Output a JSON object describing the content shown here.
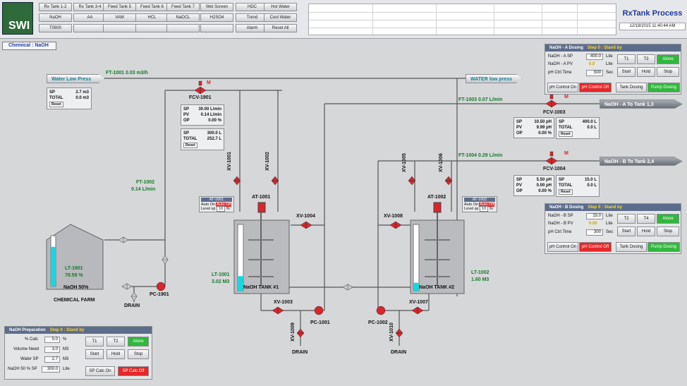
{
  "header": {
    "logo": "SWI",
    "title": "RxTank Process",
    "datetime": "12/18/2015 11:40:44 AM",
    "nav": [
      "Rx Tank 1-2",
      "Rx Tank 3-4",
      "Feed Tank 5",
      "Feed Tank 6",
      "Feed Tank 7",
      "Wet Screen",
      "HDC",
      "Hot Water",
      "NaOH",
      "AA",
      "VAM",
      "HCL",
      "NaOCL",
      "H2SO4",
      "Trend",
      "Cool Water",
      "T0900",
      "",
      "",
      "",
      "",
      "",
      "Alarm",
      "Reset All"
    ]
  },
  "chemical_label": "Chemical : NaOH",
  "pipes": {
    "water_low_left": "Water Low Press",
    "water_low_right": "WATER low press",
    "naoh_a": "NaOH - A To Tank 1,3",
    "naoh_b": "NaOH - B To Tank 2,4"
  },
  "flows": {
    "ft1001": "FT-1001  0.03  m3/h",
    "ft1002_tag": "FT-1002",
    "ft1002_val": "0.14  L/min",
    "ft1003": "FT-1003     0.07  L/min",
    "ft1004": "FT-1004     0.29  L/min"
  },
  "water_box": {
    "sp_l": "SP",
    "sp": "2.7",
    "sp_u": "m3",
    "tot_l": "TOTAL",
    "tot": "0.0",
    "tot_u": "m3",
    "reset": "Reset"
  },
  "fcv1901": {
    "tag": "FCV-1901",
    "m": "M",
    "sp_l": "SP",
    "sp": "30.00",
    "sp_u": "L/min",
    "pv_l": "PV",
    "pv": "0.14",
    "pv_u": "L/min",
    "op_l": "OP",
    "op": "0.00",
    "op_u": "%",
    "sp2_l": "SP",
    "sp2": "300.0",
    "sp2_u": "L",
    "tot_l": "TOTAL",
    "tot": "252.7",
    "tot_u": "L",
    "reset": "Reset"
  },
  "fcv1003": {
    "tag": "FCV-1003",
    "m": "M",
    "sp_l": "SP",
    "sp": "10.50",
    "sp_u": "pH",
    "pv_l": "PV",
    "pv": "9.99",
    "pv_u": "pH",
    "op_l": "OP",
    "op": "0.00",
    "op_u": "%",
    "sp2_l": "SP",
    "sp2": "400.0",
    "sp2_u": "L",
    "tot_l": "TOTAL",
    "tot": "0.0",
    "tot_u": "L",
    "reset": "Reset"
  },
  "fcv1004": {
    "tag": "FCV-1004",
    "m": "M",
    "sp_l": "SP",
    "sp": "5.50",
    "sp_u": "pH",
    "pv_l": "PV",
    "pv": "0.00",
    "pv_u": "pH",
    "op_l": "OP",
    "op": "0.00",
    "op_u": "%",
    "sp2_l": "SP",
    "sp2": "15.0",
    "sp2_u": "L",
    "tot_l": "TOTAL",
    "tot": "0.0",
    "tot_u": "L",
    "reset": "Reset"
  },
  "dosing_a": {
    "title": "NaOH - A Dosing",
    "status": "Step 0 : Stand by",
    "r1": "NaOH - A SP",
    "r1v": "400.0",
    "r1u": "Lite",
    "r2": "NaOH - A PV",
    "r2v": "0.0",
    "r2u": "Lite",
    "r3": "pH Ctrl.Time",
    "r3v": "500",
    "r3u": "Sec",
    "b1": "T1",
    "b2": "T3",
    "b3": "Alone",
    "b4": "Start",
    "b5": "Hold",
    "b6": "Stop",
    "c1": "pH Control On",
    "c2": "pH Control Off",
    "c3": "Tank Dosing",
    "c4": "Pump Dosing"
  },
  "dosing_b": {
    "title": "NaOH - B Dosing",
    "status": "Step 0 : Stand by",
    "r1": "NaOH - B SP",
    "r1v": "15.0",
    "r1u": "Lite",
    "r2": "NaOH - B PV",
    "r2v": "0.00",
    "r2u": "Lite",
    "r3": "pH Ctrl.Time",
    "r3v": "300",
    "r3u": "Sec",
    "b1": "T2",
    "b2": "T4",
    "b3": "Alone",
    "b4": "Start",
    "b5": "Hold",
    "b6": "Stop",
    "c1": "pH Control On",
    "c2": "pH Control Off",
    "c3": "Tank Dosing",
    "c4": "Pump Dosing"
  },
  "prep": {
    "title": "NaOH Preparation",
    "status": "Step 0 : Stand by",
    "r1": "% Calc",
    "r1v": "5.0",
    "r1u": "%",
    "r2": "Volume Need",
    "r2v": "3.0",
    "r2u": "M3",
    "r3": "Water SP",
    "r3v": "2.7",
    "r3u": "M3",
    "r4": "NaOH 50 % SP",
    "r4v": "300.0",
    "r4u": "Lite",
    "b1": "T1",
    "b2": "T2",
    "b3": "Alone",
    "b4": "Start",
    "b5": "Hold",
    "b6": "Stop",
    "c1": "SP Calc On",
    "c2": "SP Calc Off"
  },
  "at1001": {
    "title": "AT-1001",
    "auto_on": "Auto On",
    "auto_off": "Auto Off",
    "level": "Level sp",
    "level_v": "10",
    "level_u": "%",
    "tag": "AT-1001"
  },
  "at1002": {
    "title": "AT-1002",
    "auto_on": "Auto On",
    "auto_off": "Auto Off",
    "level": "Level sp",
    "level_v": "10",
    "level_u": "%",
    "tag": "AT-1002"
  },
  "tank1": {
    "name": "NaOH TANK #1",
    "lt": "LT-1001",
    "lt_v": "3.02  M3",
    "level": 0.22
  },
  "tank2": {
    "name": "NaOH TANK #2",
    "lt": "LT-1002",
    "lt_v": "1.60  M3",
    "level": 0.12
  },
  "farm": {
    "name": "CHEMICAL FARM",
    "lt": "LT-1901",
    "lt_v": "78.59 %",
    "inner": "NaOH 50%",
    "drain": "DRAIN",
    "pump": "PC-1901",
    "level": 0.78
  },
  "valves": {
    "xv1001": "XV-1001",
    "xv1002": "XV-1002",
    "xv1004": "XV-1004",
    "xv1005": "XV-1005",
    "xv1006": "XV-1006",
    "xv1008": "XV-1008",
    "xv1003": "XV-1003",
    "xv1007": "XV-1007",
    "xv1009": "XV-1009",
    "xv1010": "XV-1010"
  },
  "pumps": {
    "pc1001": "PC-1001",
    "pc1002": "PC-1002"
  },
  "drains": {
    "d1": "DRAIN",
    "d2": "DRAIN"
  },
  "colors": {
    "accent_green": "#147a2a",
    "valve_red": "#d9252b",
    "title_blue": "#1e3a9b",
    "level_cyan": "#18d6e0"
  }
}
